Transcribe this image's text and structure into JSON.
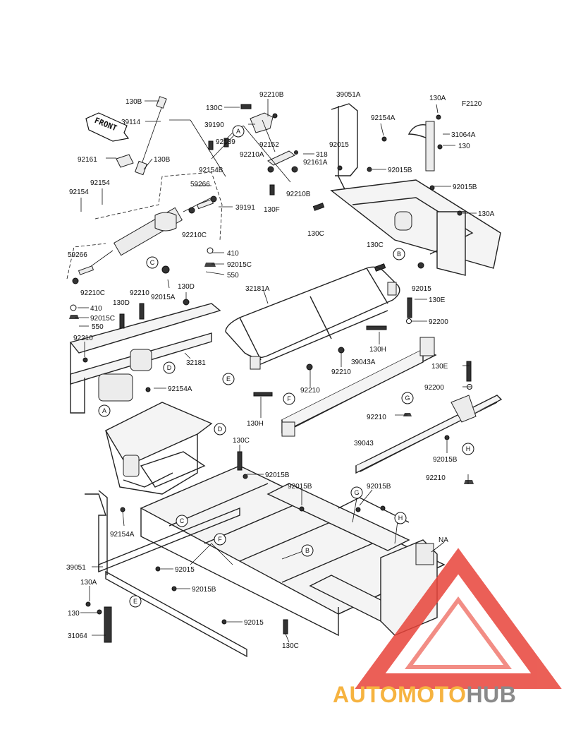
{
  "diagram": {
    "code": "F2120",
    "front_label": "FRONT",
    "labels": [
      "130B",
      "39114",
      "92161",
      "130B",
      "92154",
      "92154",
      "130C",
      "92210B",
      "39190",
      "92152",
      "92139",
      "92154B",
      "92210A",
      "318",
      "92161A",
      "92210B",
      "130F",
      "130C",
      "39051A",
      "92154A",
      "92015",
      "92015B",
      "92015B",
      "130A",
      "31064A",
      "130",
      "130A",
      "59266",
      "39191",
      "92210C",
      "59266",
      "92210C",
      "410",
      "92015C",
      "550",
      "410",
      "92015C",
      "550",
      "92015A",
      "92210",
      "130D",
      "130D",
      "92210",
      "32181",
      "92154A",
      "32181A",
      "130C",
      "92015",
      "130E",
      "92200",
      "130H",
      "92210",
      "39043A",
      "92210",
      "130H",
      "130E",
      "92200",
      "92210",
      "39043",
      "92015B",
      "92210",
      "130C",
      "92015B",
      "92015B",
      "92015B",
      "92154A",
      "39051",
      "92015",
      "92015B",
      "130A",
      "130",
      "31064",
      "92015",
      "130C",
      "NA"
    ],
    "callouts": [
      "A",
      "A",
      "B",
      "B",
      "C",
      "C",
      "D",
      "D",
      "E",
      "E",
      "F",
      "F",
      "G",
      "G",
      "H",
      "H"
    ]
  },
  "watermark": {
    "text_part1": "AUTOMOTO",
    "text_part2": "HUB",
    "color_part1": "#f6b340",
    "color_part2": "#8a8a8a",
    "triangle_color": "#e8443a"
  }
}
